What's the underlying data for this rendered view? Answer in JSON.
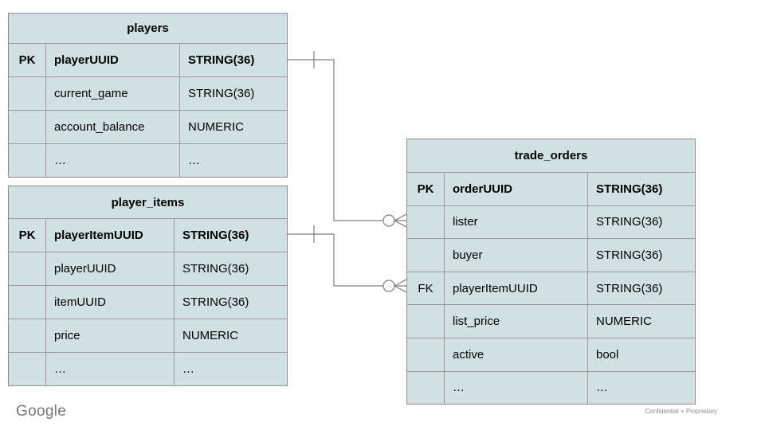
{
  "colors": {
    "table_fill": "#d0e0e3",
    "table_border": "#8c8c8c",
    "connector": "#7f7f7f",
    "brand_gray": "#757575",
    "confidential_gray": "#8e8e8e"
  },
  "tables": [
    {
      "title": "players",
      "rows": [
        {
          "key": "PK",
          "field": "playerUUID",
          "type": "STRING(36)"
        },
        {
          "key": "",
          "field": "current_game",
          "type": "STRING(36)"
        },
        {
          "key": "",
          "field": "account_balance",
          "type": "NUMERIC"
        },
        {
          "key": "",
          "field": "…",
          "type": "…"
        }
      ]
    },
    {
      "title": "player_items",
      "rows": [
        {
          "key": "PK",
          "field": "playerItemUUID",
          "type": "STRING(36)"
        },
        {
          "key": "",
          "field": "playerUUID",
          "type": "STRING(36)"
        },
        {
          "key": "",
          "field": "itemUUID",
          "type": "STRING(36)"
        },
        {
          "key": "",
          "field": "price",
          "type": "NUMERIC"
        },
        {
          "key": "",
          "field": "…",
          "type": "…"
        }
      ]
    },
    {
      "title": "trade_orders",
      "rows": [
        {
          "key": "PK",
          "field": "orderUUID",
          "type": "STRING(36)"
        },
        {
          "key": "",
          "field": "lister",
          "type": "STRING(36)"
        },
        {
          "key": "",
          "field": "buyer",
          "type": "STRING(36)"
        },
        {
          "key": "FK",
          "field": "playerItemUUID",
          "type": "STRING(36)"
        },
        {
          "key": "",
          "field": "list_price",
          "type": "NUMERIC"
        },
        {
          "key": "",
          "field": "active",
          "type": "bool"
        },
        {
          "key": "",
          "field": "…",
          "type": "…"
        }
      ]
    }
  ],
  "relationships": [
    {
      "from": "players.playerUUID",
      "to": "trade_orders.lister",
      "from_cardinality": "one",
      "to_cardinality": "zero-or-many"
    },
    {
      "from": "player_items.playerItemUUID",
      "to": "trade_orders.playerItemUUID",
      "from_cardinality": "one",
      "to_cardinality": "zero-or-many"
    }
  ],
  "footer": {
    "brand": "Google",
    "confidential": "Confidential + Proprietary"
  }
}
